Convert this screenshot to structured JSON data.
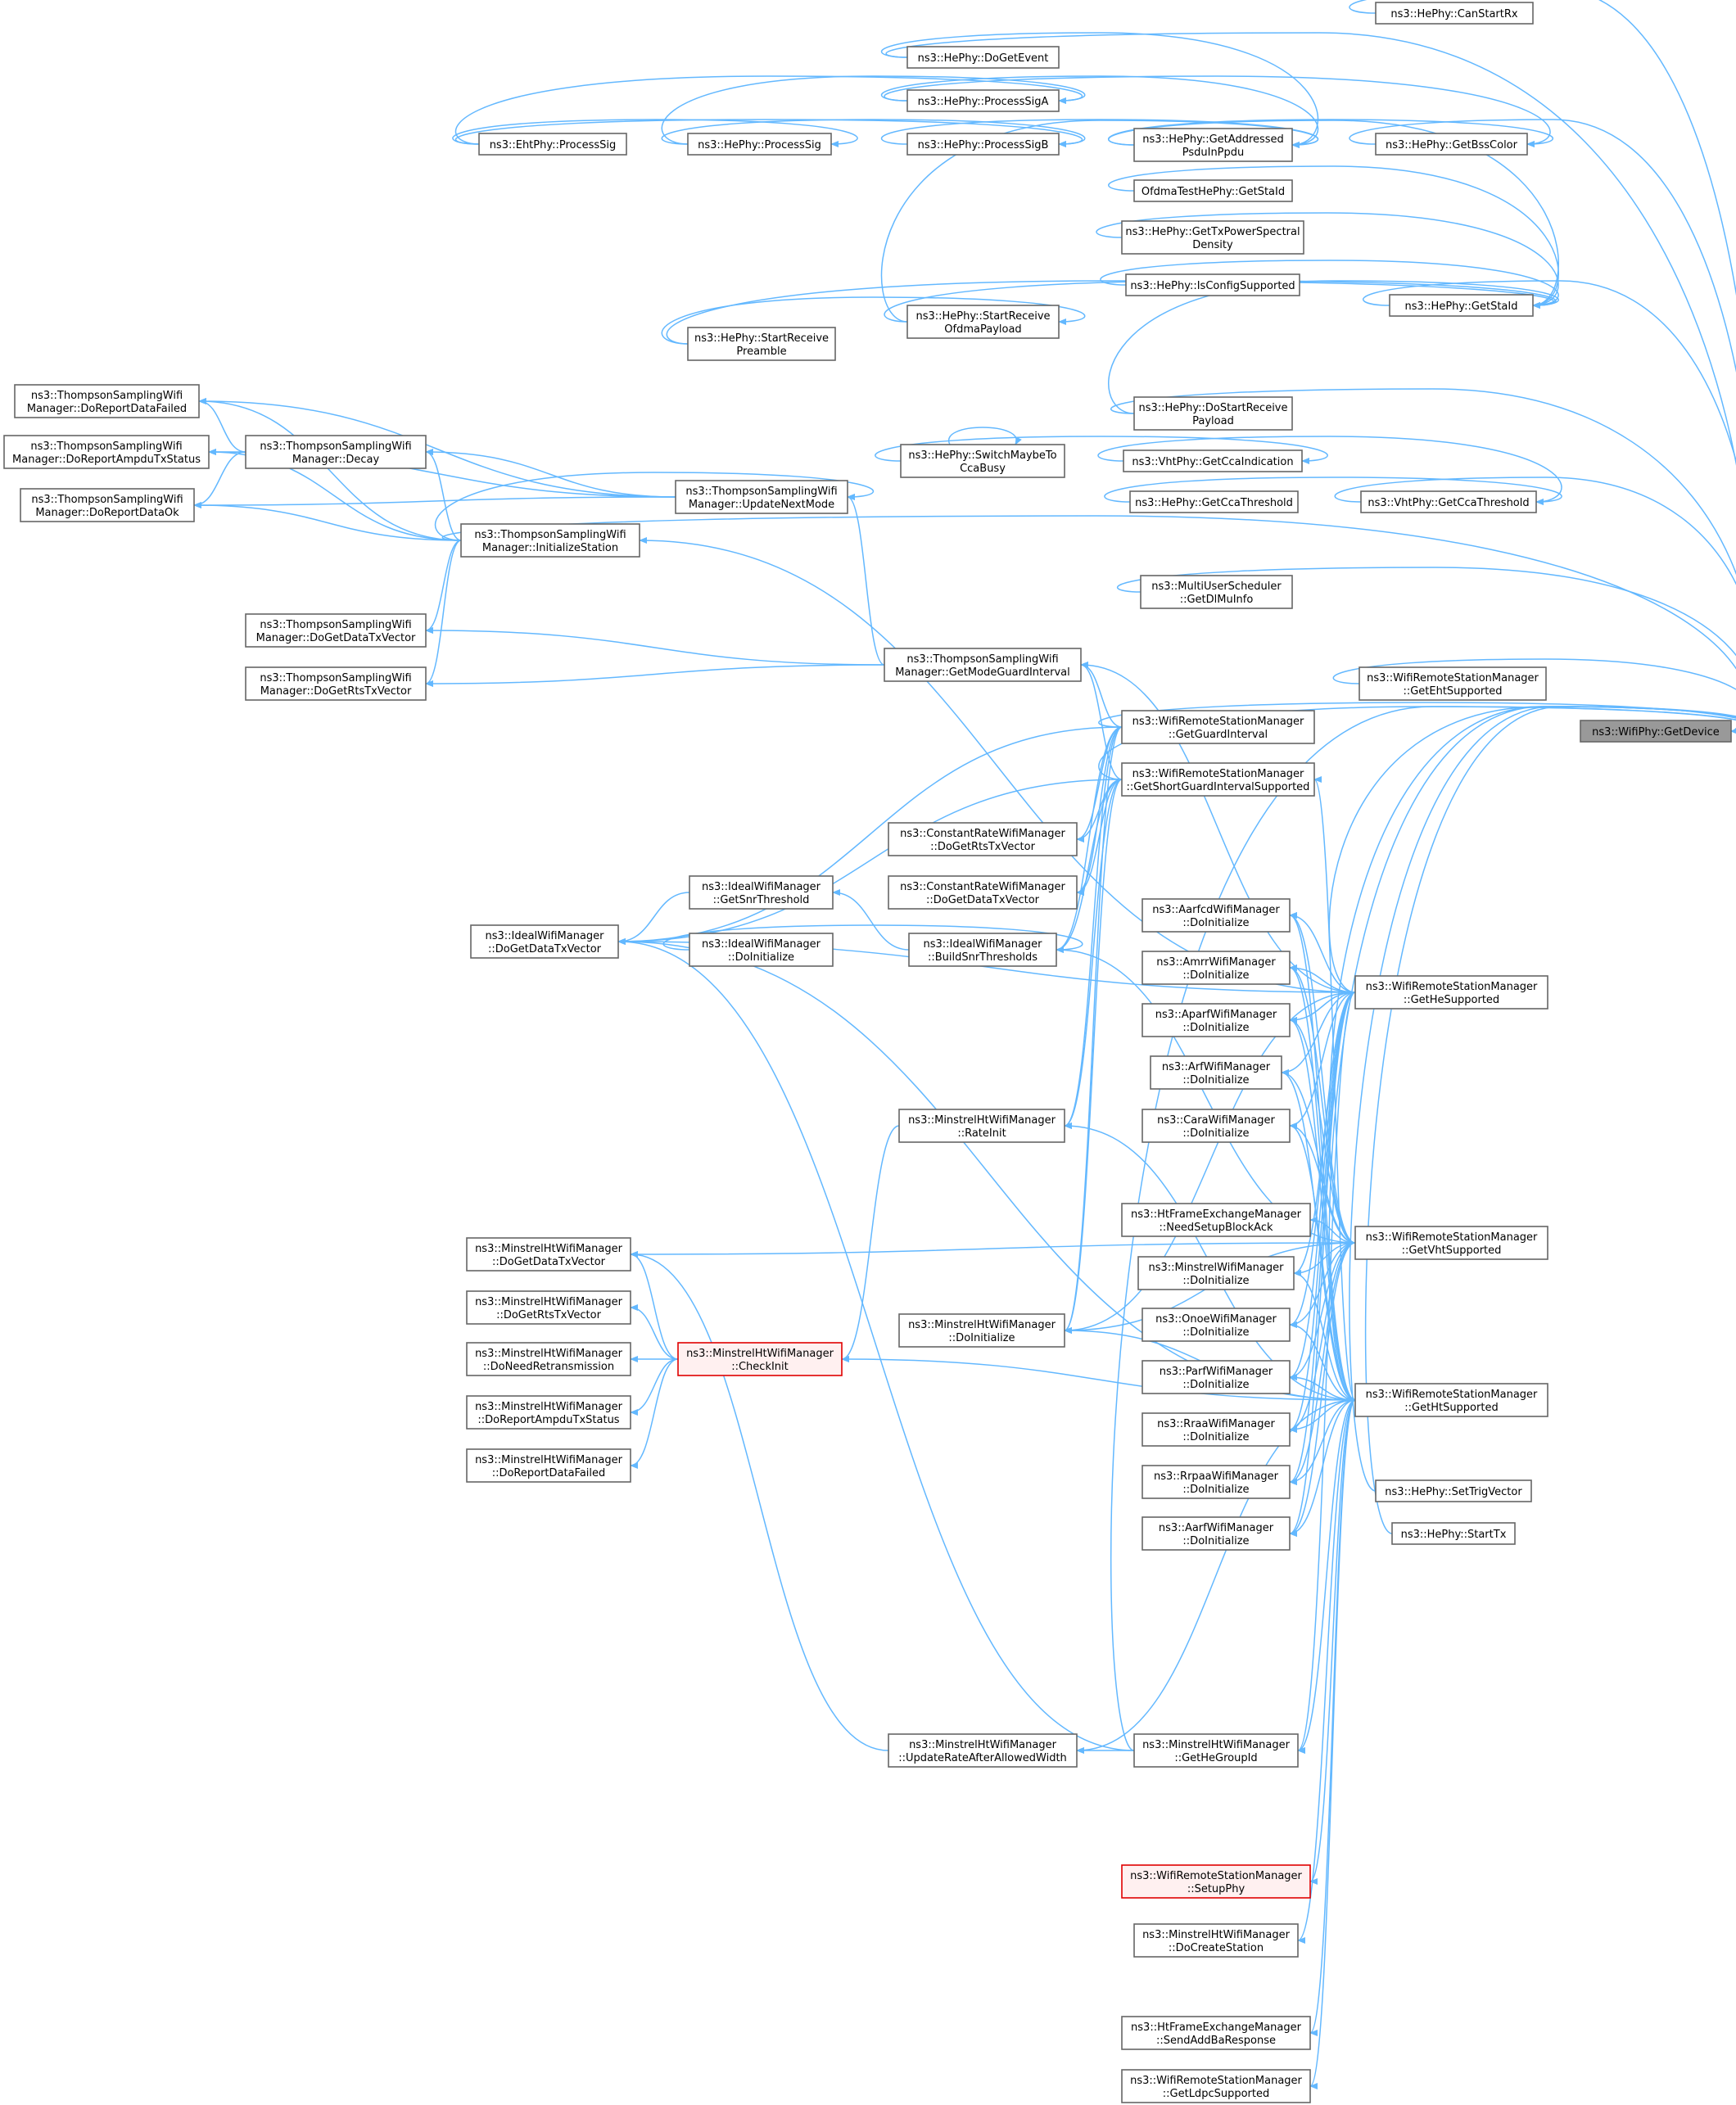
{
  "colors": {
    "edge": "#63b8ff",
    "node_border": "#666666",
    "root_fill": "#999999",
    "highlight_border": "#e00000",
    "highlight_fill": "#fff0f0"
  },
  "nodes": {
    "root": [
      "ns3::WifiPhy::GetDevice"
    ],
    "canStartRx": [
      "ns3::HePhy::CanStartRx"
    ],
    "doGetEvent": [
      "ns3::HePhy::DoGetEvent"
    ],
    "processSigA": [
      "ns3::HePhy::ProcessSigA"
    ],
    "getBssColor": [
      "ns3::HePhy::GetBssColor"
    ],
    "getAddressed": [
      "ns3::HePhy::GetAddressed",
      "PsduInPpdu"
    ],
    "ehtProcessSig": [
      "ns3::EhtPhy::ProcessSig"
    ],
    "heProcessSig": [
      "ns3::HePhy::ProcessSig"
    ],
    "processSigB": [
      "ns3::HePhy::ProcessSigB"
    ],
    "ofdmaGetStaId": [
      "OfdmaTestHePhy::GetStaId"
    ],
    "getTxPsd": [
      "ns3::HePhy::GetTxPowerSpectral",
      "Density"
    ],
    "isConfig": [
      "ns3::HePhy::IsConfigSupported"
    ],
    "getStaId": [
      "ns3::HePhy::GetStaId"
    ],
    "startRxOfdma": [
      "ns3::HePhy::StartReceive",
      "OfdmaPayload"
    ],
    "startRxPreamble": [
      "ns3::HePhy::StartReceive",
      "Preamble"
    ],
    "doStartRxPayload": [
      "ns3::HePhy::DoStartReceive",
      "Payload"
    ],
    "tsDataFailed": [
      "ns3::ThompsonSamplingWifi",
      "Manager::DoReportDataFailed"
    ],
    "tsAmpdu": [
      "ns3::ThompsonSamplingWifi",
      "Manager::DoReportAmpduTxStatus"
    ],
    "tsDecay": [
      "ns3::ThompsonSamplingWifi",
      "Manager::Decay"
    ],
    "switchCca": [
      "ns3::HePhy::SwitchMaybeTo",
      "CcaBusy"
    ],
    "vhtGetCcaInd": [
      "ns3::VhtPhy::GetCcaIndication"
    ],
    "tsDataOk": [
      "ns3::ThompsonSamplingWifi",
      "Manager::DoReportDataOk"
    ],
    "tsUpdateNext": [
      "ns3::ThompsonSamplingWifi",
      "Manager::UpdateNextMode"
    ],
    "heGetCcaThr": [
      "ns3::HePhy::GetCcaThreshold"
    ],
    "vhtGetCcaThr": [
      "ns3::VhtPhy::GetCcaThreshold"
    ],
    "tsInitStation": [
      "ns3::ThompsonSamplingWifi",
      "Manager::InitializeStation"
    ],
    "muGetDlMu": [
      "ns3::MultiUserScheduler",
      "::GetDlMuInfo"
    ],
    "tsGetData": [
      "ns3::ThompsonSamplingWifi",
      "Manager::DoGetDataTxVector"
    ],
    "tsGetMode": [
      "ns3::ThompsonSamplingWifi",
      "Manager::GetModeGuardInterval"
    ],
    "tsGetRts": [
      "ns3::ThompsonSamplingWifi",
      "Manager::DoGetRtsTxVector"
    ],
    "rsmGetEht": [
      "ns3::WifiRemoteStationManager",
      "::GetEhtSupported"
    ],
    "rsmGetGi": [
      "ns3::WifiRemoteStationManager",
      "::GetGuardInterval"
    ],
    "rsmGetSgi": [
      "ns3::WifiRemoteStationManager",
      "::GetShortGuardIntervalSupported"
    ],
    "crGetRts": [
      "ns3::ConstantRateWifiManager",
      "::DoGetRtsTxVector"
    ],
    "idealGetSnr": [
      "ns3::IdealWifiManager",
      "::GetSnrThreshold"
    ],
    "crGetData": [
      "ns3::ConstantRateWifiManager",
      "::DoGetDataTxVector"
    ],
    "idealGetData": [
      "ns3::IdealWifiManager",
      "::DoGetDataTxVector"
    ],
    "idealDoInit": [
      "ns3::IdealWifiManager",
      "::DoInitialize"
    ],
    "idealBuild": [
      "ns3::IdealWifiManager",
      "::BuildSnrThresholds"
    ],
    "aarfcd": [
      "ns3::AarfcdWifiManager",
      "::DoInitialize"
    ],
    "amrr": [
      "ns3::AmrrWifiManager",
      "::DoInitialize"
    ],
    "rsmGetHe": [
      "ns3::WifiRemoteStationManager",
      "::GetHeSupported"
    ],
    "aparf": [
      "ns3::AparfWifiManager",
      "::DoInitialize"
    ],
    "arf": [
      "ns3::ArfWifiManager",
      "::DoInitialize"
    ],
    "mhtRateInit": [
      "ns3::MinstrelHtWifiManager",
      "::RateInit"
    ],
    "cara": [
      "ns3::CaraWifiManager",
      "::DoInitialize"
    ],
    "htNeedSetup": [
      "ns3::HtFrameExchangeManager",
      "::NeedSetupBlockAck"
    ],
    "mhtGetData": [
      "ns3::MinstrelHtWifiManager",
      "::DoGetDataTxVector"
    ],
    "minstrelInit": [
      "ns3::MinstrelWifiManager",
      "::DoInitialize"
    ],
    "rsmGetVht": [
      "ns3::WifiRemoteStationManager",
      "::GetVhtSupported"
    ],
    "mhtGetRts": [
      "ns3::MinstrelHtWifiManager",
      "::DoGetRtsTxVector"
    ],
    "onoe": [
      "ns3::OnoeWifiManager",
      "::DoInitialize"
    ],
    "mhtDoInit": [
      "ns3::MinstrelHtWifiManager",
      "::DoInitialize"
    ],
    "mhtNeedRetr": [
      "ns3::MinstrelHtWifiManager",
      "::DoNeedRetransmission"
    ],
    "mhtCheckInit": [
      "ns3::MinstrelHtWifiManager",
      "::CheckInit"
    ],
    "parf": [
      "ns3::ParfWifiManager",
      "::DoInitialize"
    ],
    "rsmGetHt": [
      "ns3::WifiRemoteStationManager",
      "::GetHtSupported"
    ],
    "mhtAmpdu": [
      "ns3::MinstrelHtWifiManager",
      "::DoReportAmpduTxStatus"
    ],
    "rraa": [
      "ns3::RraaWifiManager",
      "::DoInitialize"
    ],
    "mhtDataFailed": [
      "ns3::MinstrelHtWifiManager",
      "::DoReportDataFailed"
    ],
    "rrpaa": [
      "ns3::RrpaaWifiManager",
      "::DoInitialize"
    ],
    "heSetTrig": [
      "ns3::HePhy::SetTrigVector"
    ],
    "heStartTx": [
      "ns3::HePhy::StartTx"
    ],
    "aarf": [
      "ns3::AarfWifiManager",
      "::DoInitialize"
    ],
    "mhtUpdateRate": [
      "ns3::MinstrelHtWifiManager",
      "::UpdateRateAfterAllowedWidth"
    ],
    "mhtGetHeGroup": [
      "ns3::MinstrelHtWifiManager",
      "::GetHeGroupId"
    ],
    "rsmSetupPhy": [
      "ns3::WifiRemoteStationManager",
      "::SetupPhy"
    ],
    "mhtDoCreate": [
      "ns3::MinstrelHtWifiManager",
      "::DoCreateStation"
    ],
    "htSendAddBa": [
      "ns3::HtFrameExchangeManager",
      "::SendAddBaResponse"
    ],
    "rsmGetLdpc": [
      "ns3::WifiRemoteStationManager",
      "::GetLdpcSupported"
    ]
  }
}
